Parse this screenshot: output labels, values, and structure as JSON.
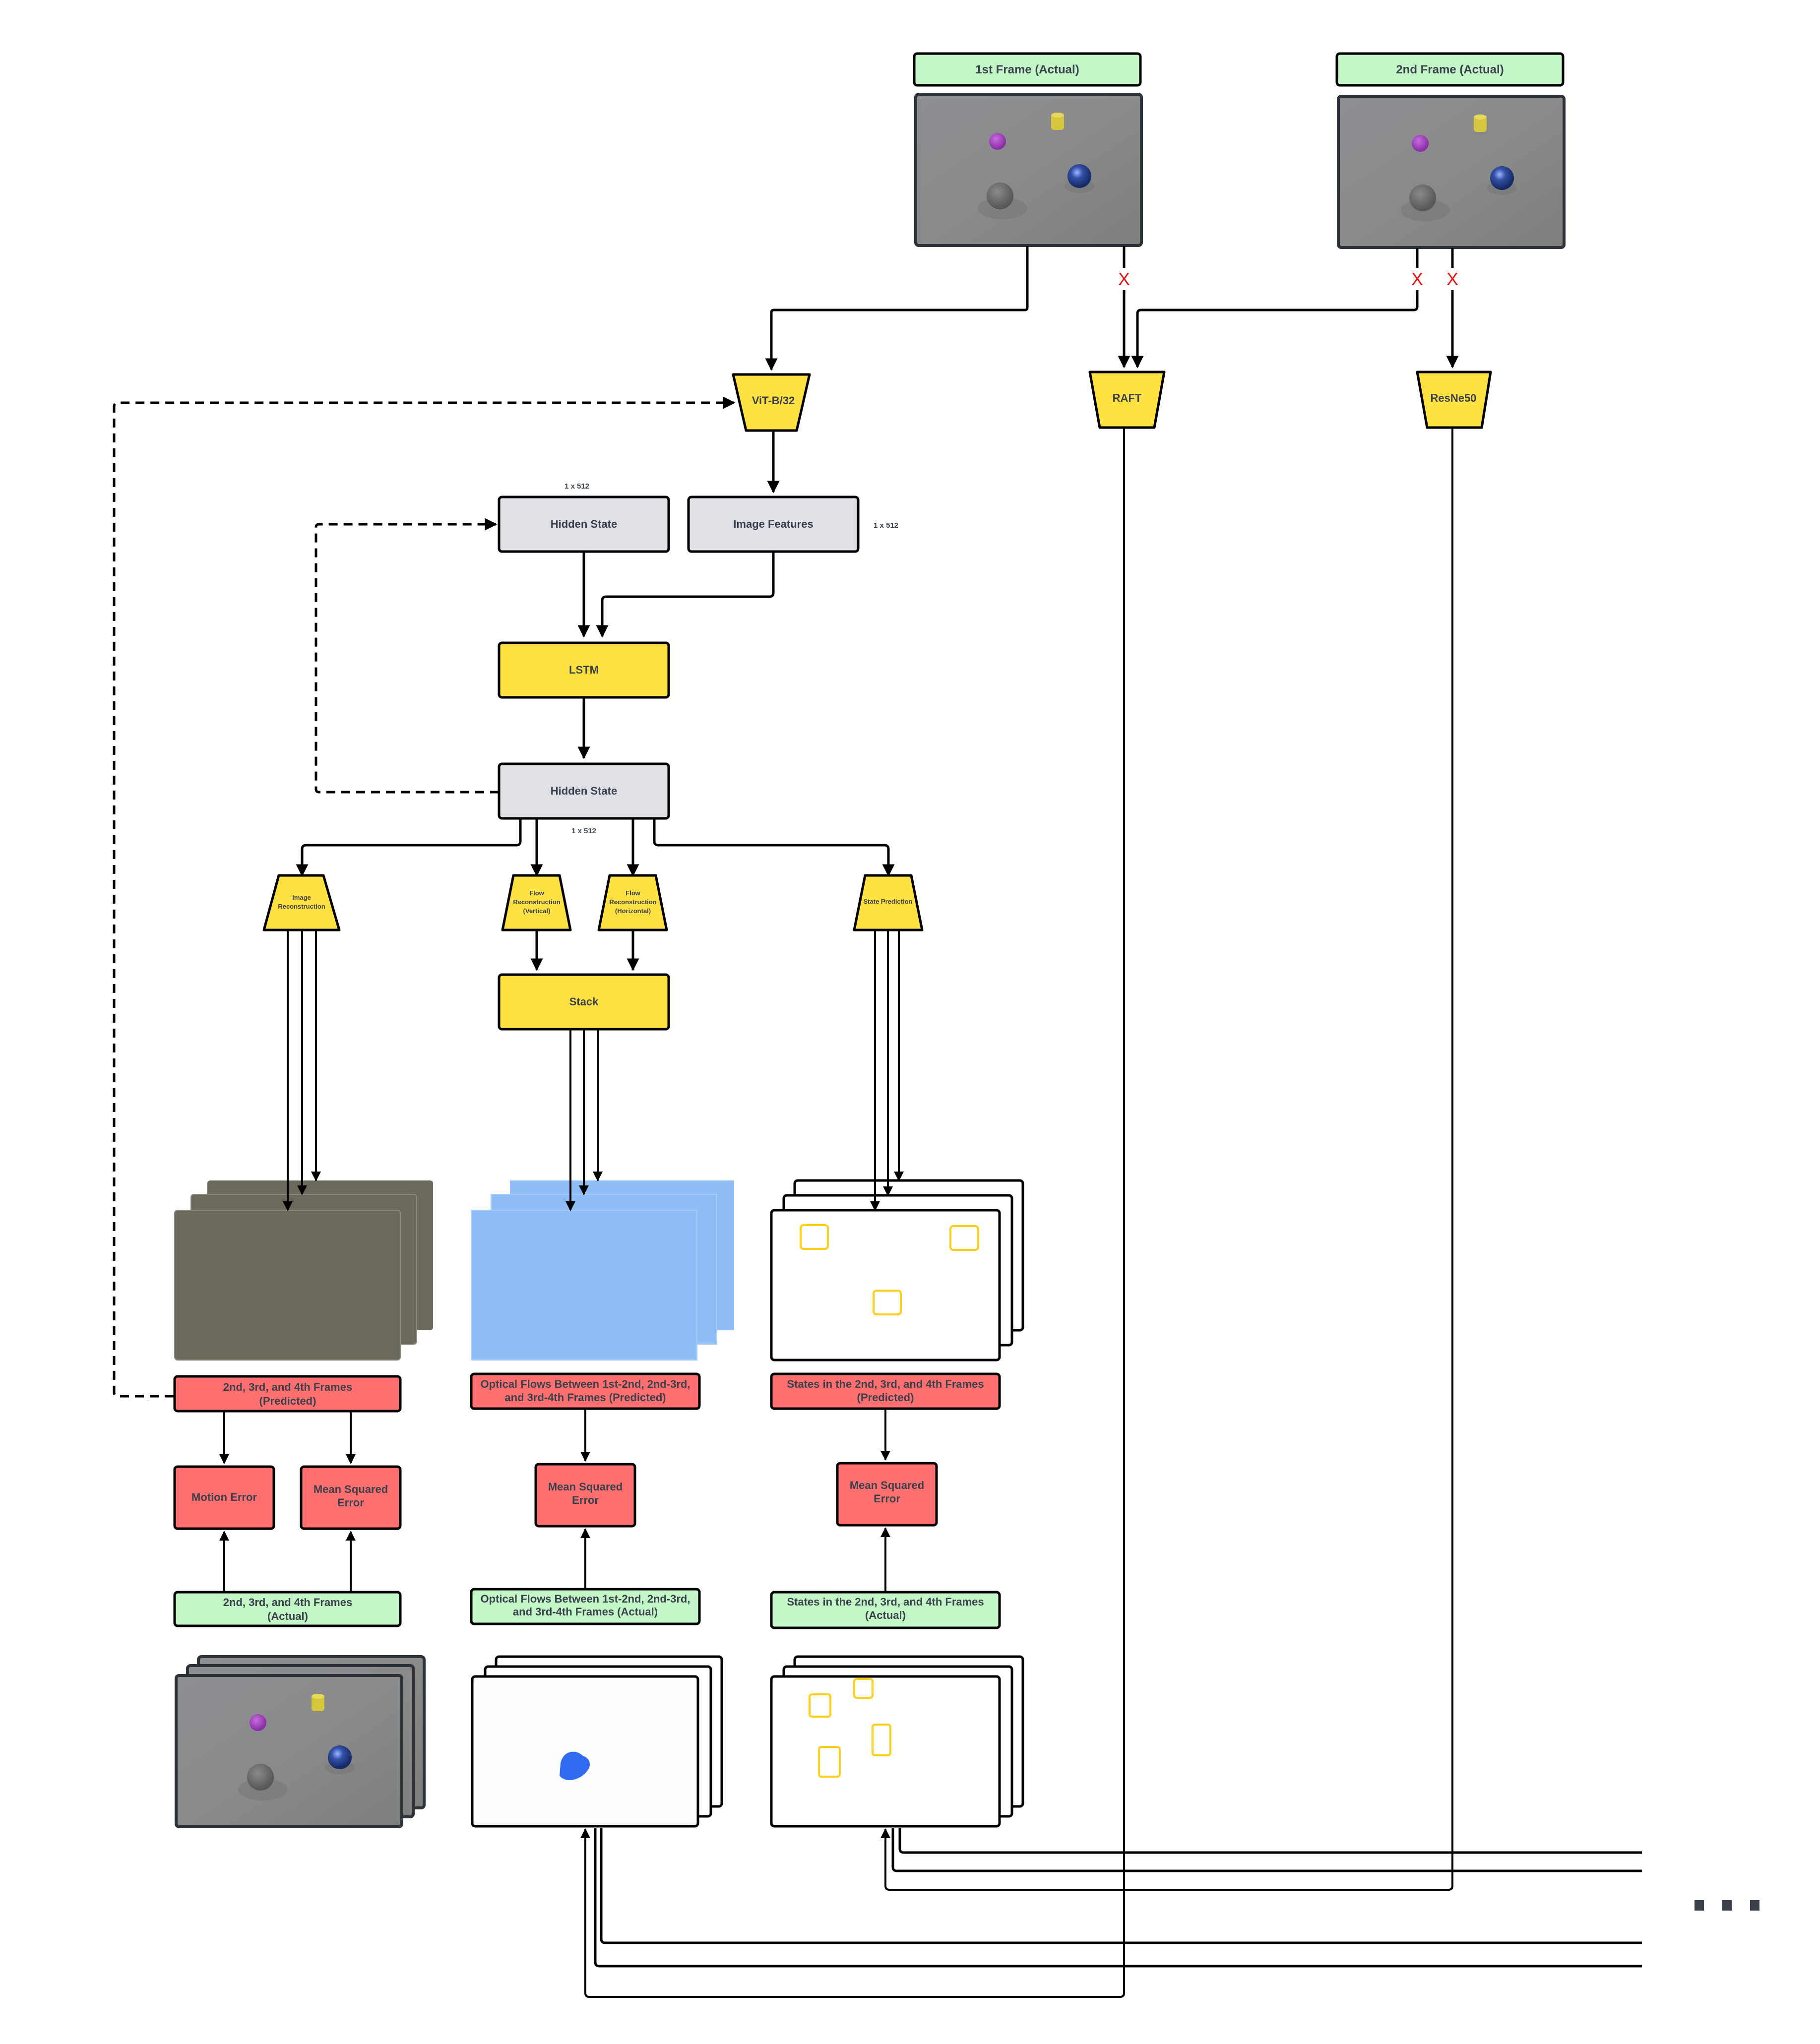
{
  "diagram": {
    "inputs": {
      "frame1_label": "1st Frame (Actual)",
      "frame2_label": "2nd Frame (Actual)",
      "blocked_marker": "X"
    },
    "encoders": {
      "vit": "ViT-B/32",
      "raft": "RAFT",
      "resnet": "ResNe50"
    },
    "recurrent": {
      "hidden_state_in": "Hidden State",
      "hidden_state_in_dim": "1 x 512",
      "image_features": "Image Features",
      "image_features_dim": "1 x 512",
      "lstm": "LSTM",
      "hidden_state_out": "Hidden State",
      "hidden_state_out_dim": "1 x 512"
    },
    "heads": {
      "image_reconstruction": [
        "Image",
        "Reconstruction"
      ],
      "flow_vertical": [
        "Flow",
        "Reconstruction",
        "(Vertical)"
      ],
      "flow_horizontal": [
        "Flow",
        "Reconstruction",
        "(Horizontal)"
      ],
      "state_prediction": "State Prediction",
      "stack": "Stack"
    },
    "predicted_labels": {
      "frames": [
        "2nd, 3rd, and 4th Frames",
        "(Predicted)"
      ],
      "flows": [
        "Optical Flows Between 1st-2nd, 2nd-3rd,",
        "and 3rd-4th Frames (Predicted)"
      ],
      "states": [
        "States in the 2nd, 3rd, and 4th Frames",
        "(Predicted)"
      ]
    },
    "losses": {
      "motion_error": "Motion Error",
      "mse_frames": [
        "Mean Squared",
        "Error"
      ],
      "mse_flows": [
        "Mean Squared",
        "Error"
      ],
      "mse_states": [
        "Mean Squared",
        "Error"
      ]
    },
    "actual_labels": {
      "frames": [
        "2nd, 3rd, and 4th Frames",
        "(Actual)"
      ],
      "flows": [
        "Optical Flows Between 1st-2nd, 2nd-3rd,",
        "and 3rd-4th Frames (Actual)"
      ],
      "states": [
        "States in the 2nd, 3rd, and 4th Frames",
        "(Actual)"
      ]
    },
    "continuation": "..."
  },
  "colors": {
    "encoder_yellow": "#ffe142",
    "state_gray": "#dfe1e6",
    "predicted_red": "#ff6f6f",
    "actual_green": "#c3f7c8",
    "blocked_red": "#e81313",
    "bbox_yellow": "#ffcf1a",
    "flow_blue": "#2f6bf0",
    "pred_image_brown": "#6b685c",
    "pred_flow_blue": "#8fbdf5"
  }
}
